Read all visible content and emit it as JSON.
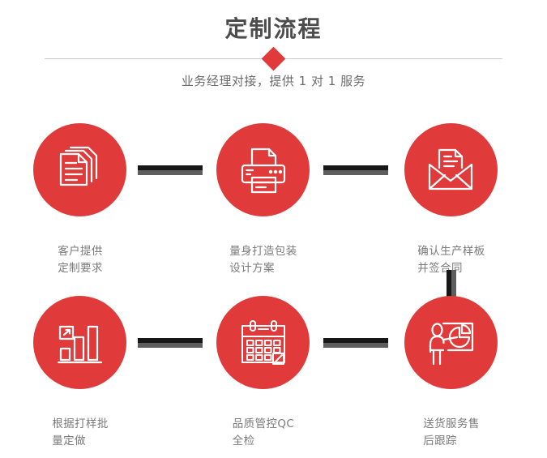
{
  "header": {
    "title": "定制流程",
    "subtitle": "业务经理对接，提供 1 对 1 服务",
    "diamond_icon": "diamond-marker",
    "accent_color": "#e03a3a",
    "title_color": "#4d4d4d",
    "subtitle_color": "#6b6b6b",
    "divider_color": "#c9c9c9"
  },
  "steps": [
    {
      "index": 1,
      "icon": "documents-stack-icon",
      "label_line1": "客户提供",
      "label_line2": "定制要求"
    },
    {
      "index": 2,
      "icon": "printer-icon",
      "label_line1": "量身打造包装",
      "label_line2": "设计方案"
    },
    {
      "index": 3,
      "icon": "envelope-document-icon",
      "label_line1": "确认生产样板",
      "label_line2": "并签合同"
    },
    {
      "index": 4,
      "icon": "bar-chart-growth-icon",
      "label_line1": "根据打样批",
      "label_line2": "量定做"
    },
    {
      "index": 5,
      "icon": "calendar-check-icon",
      "label_line1": "品质管控QC",
      "label_line2": "全检"
    },
    {
      "index": 6,
      "icon": "presenter-pie-chart-icon",
      "label_line1": "送货服务售",
      "label_line2": "后跟踪"
    }
  ],
  "connectors": {
    "dark_color": "#171717",
    "gray_color": "#5e5e5e"
  },
  "circle": {
    "fill_color": "#e03a3a",
    "icon_stroke_color": "#ffffff"
  }
}
